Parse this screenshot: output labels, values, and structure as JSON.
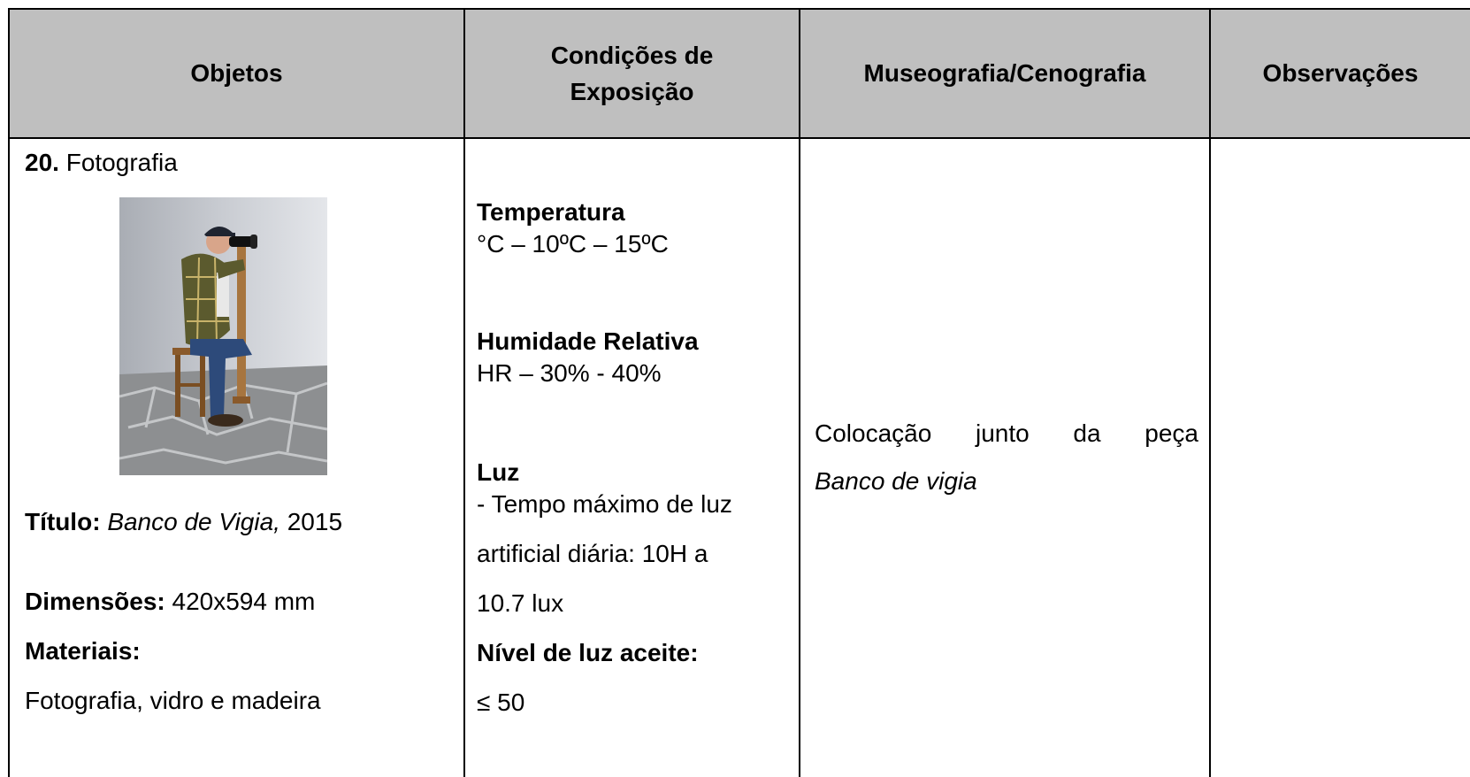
{
  "headers": {
    "objetos": "Objetos",
    "condicoes_line1": "Condições de",
    "condicoes_line2": "Exposição",
    "museografia": "Museografia/Cenografia",
    "observacoes": "Observações"
  },
  "item": {
    "number": "20.",
    "type": "Fotografia",
    "titulo_label": "Título:",
    "titulo_value": "Banco de Vigia,",
    "titulo_year": "2015",
    "dimensoes_label": "Dimensões:",
    "dimensoes_value": "420x594 mm",
    "materiais_label": "Materiais:",
    "materiais_value": "Fotografia, vidro e madeira"
  },
  "condicoes": {
    "temperatura_label": "Temperatura",
    "temperatura_value": "°C – 10ºC – 15ºC",
    "humidade_label": "Humidade Relativa",
    "humidade_value": "HR – 30% - 40%",
    "luz_label": "Luz",
    "luz_line1": "- Tempo máximo de  luz",
    "luz_line2": "artificial diária: 10H  a",
    "luz_line3": "10.7 lux",
    "nivel_label": "Nível de luz aceite:",
    "nivel_value": "≤ 50"
  },
  "museografia": {
    "line1_words": [
      "Colocação",
      "junto",
      "da",
      "peça"
    ],
    "line2": "Banco de vigia"
  },
  "observacoes": {
    "text": ""
  },
  "colors": {
    "header_bg": "#bfbfbf",
    "border": "#000000"
  }
}
